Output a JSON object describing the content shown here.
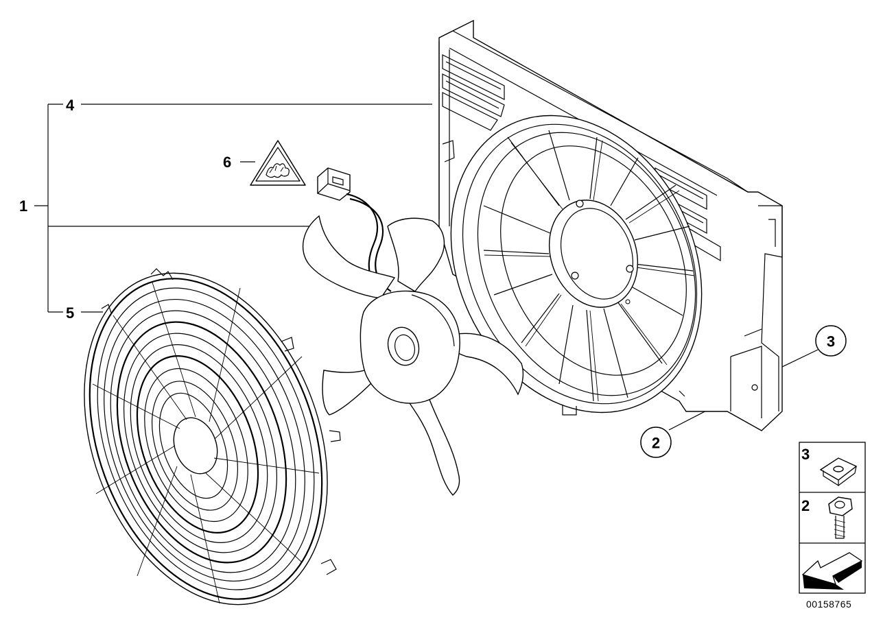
{
  "callouts": {
    "c1": "1",
    "c4": "4",
    "c5": "5",
    "c6": "6",
    "c3": "3",
    "c2": "2"
  },
  "legend": {
    "top_number": "3",
    "middle_number": "2"
  },
  "reference_number": "00158765"
}
